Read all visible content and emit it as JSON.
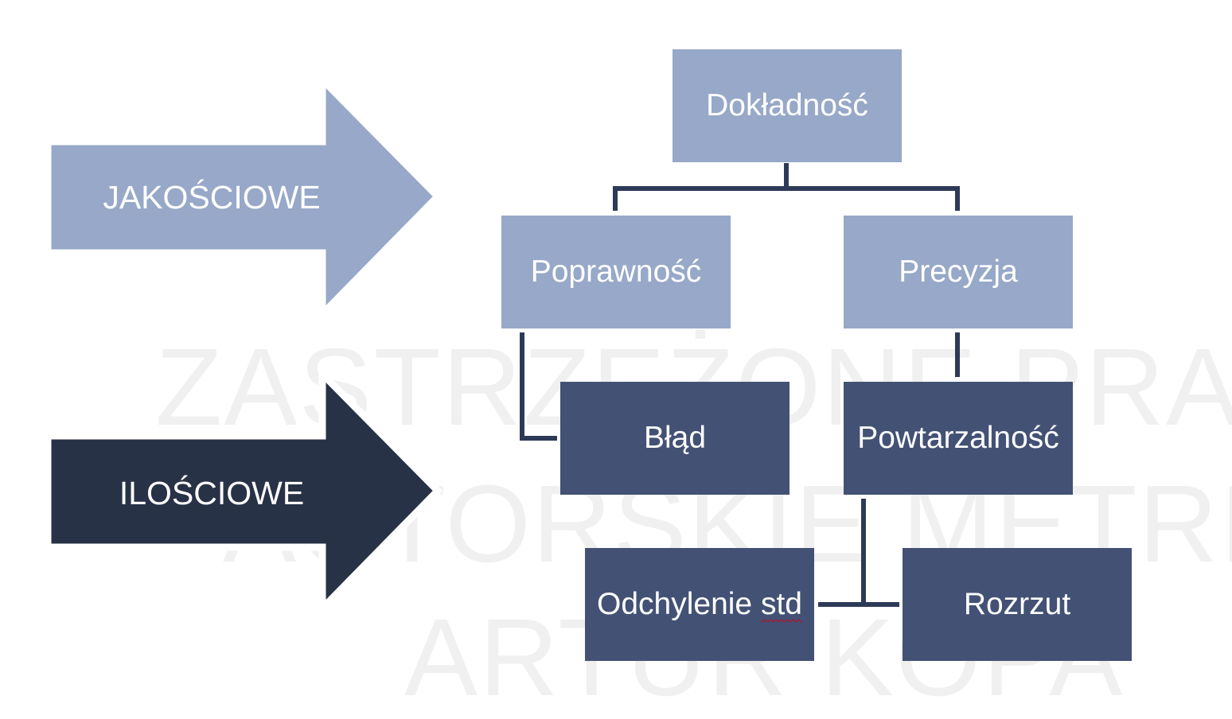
{
  "watermark": {
    "line1": "ZASTRZEŻONE PRAW",
    "line2": "AUTORSKIE METRICA",
    "line3": "ARTUR KOPA"
  },
  "arrows": {
    "qualitative": {
      "label": "JAKOŚCIOWE",
      "color": "#97a8c8"
    },
    "quantitative": {
      "label": "ILOŚCIOWE",
      "color": "#283247"
    }
  },
  "nodes": {
    "accuracy": "Dokładność",
    "trueness": "Poprawność",
    "precision": "Precyzja",
    "error": "Błąd",
    "repeatability": "Powtarzalność",
    "std_word": "Odchylenie",
    "std_abbr": "std",
    "dispersion": "Rozrzut"
  },
  "colors": {
    "qualitative_box": "#97a8c8",
    "quantitative_box": "#435175",
    "connector": "#2d3a57"
  }
}
